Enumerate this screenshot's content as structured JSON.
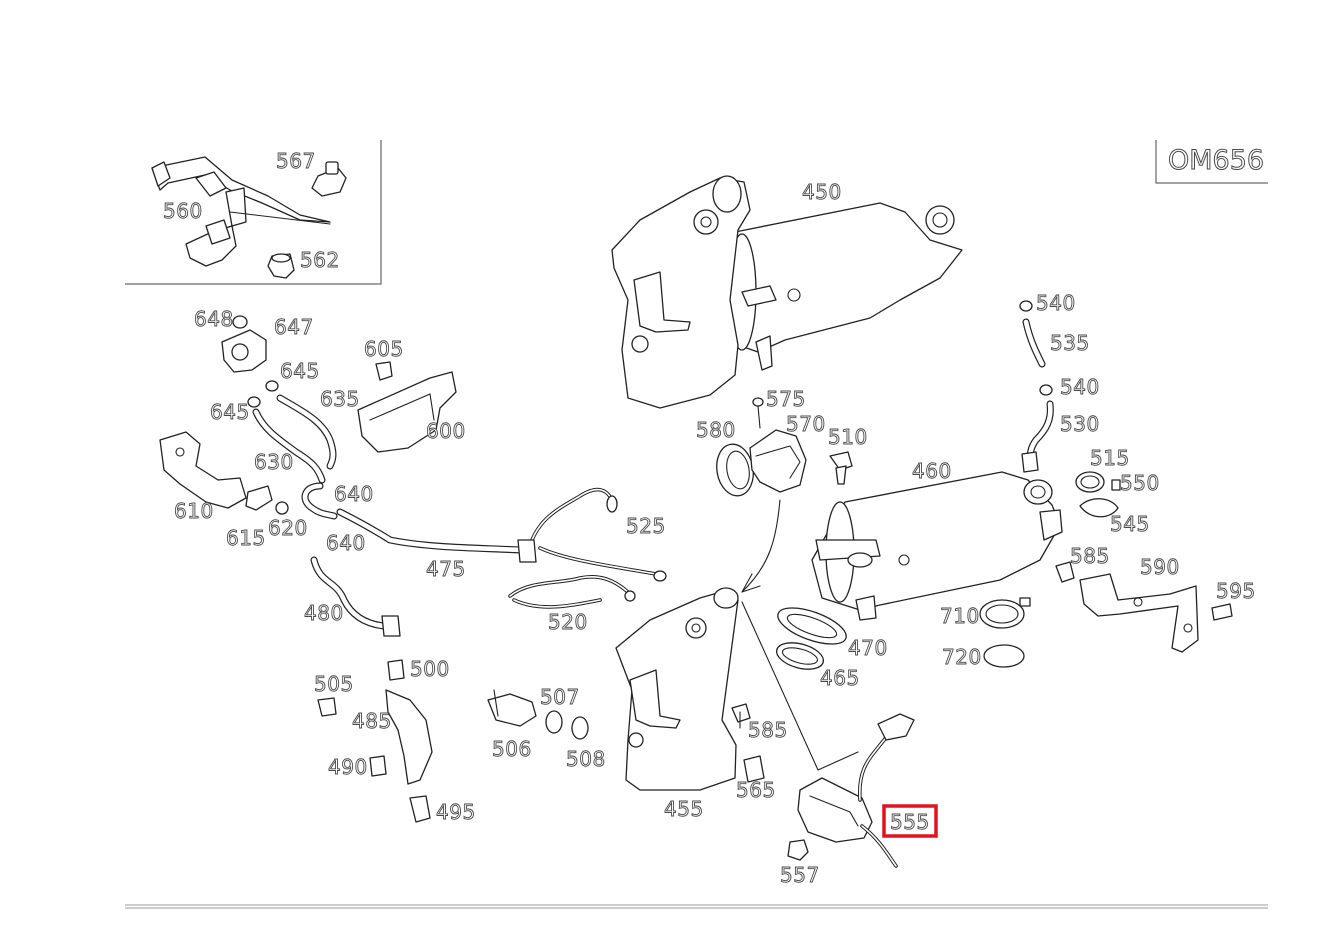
{
  "model": "OM656",
  "highlighted_part": "555",
  "colors": {
    "highlight": "#e0141e",
    "line": "#222222"
  },
  "parts": [
    {
      "id": "450",
      "label": "450"
    },
    {
      "id": "455",
      "label": "455"
    },
    {
      "id": "460",
      "label": "460"
    },
    {
      "id": "465",
      "label": "465"
    },
    {
      "id": "470",
      "label": "470"
    },
    {
      "id": "475",
      "label": "475"
    },
    {
      "id": "480",
      "label": "480"
    },
    {
      "id": "485",
      "label": "485"
    },
    {
      "id": "490",
      "label": "490"
    },
    {
      "id": "495",
      "label": "495"
    },
    {
      "id": "500",
      "label": "500"
    },
    {
      "id": "505",
      "label": "505"
    },
    {
      "id": "506",
      "label": "506"
    },
    {
      "id": "507",
      "label": "507"
    },
    {
      "id": "508",
      "label": "508"
    },
    {
      "id": "510",
      "label": "510"
    },
    {
      "id": "515",
      "label": "515"
    },
    {
      "id": "520",
      "label": "520"
    },
    {
      "id": "525",
      "label": "525"
    },
    {
      "id": "530",
      "label": "530"
    },
    {
      "id": "535",
      "label": "535"
    },
    {
      "id": "540a",
      "label": "540"
    },
    {
      "id": "540b",
      "label": "540"
    },
    {
      "id": "545",
      "label": "545"
    },
    {
      "id": "550",
      "label": "550"
    },
    {
      "id": "555",
      "label": "555"
    },
    {
      "id": "557",
      "label": "557"
    },
    {
      "id": "560",
      "label": "560"
    },
    {
      "id": "562",
      "label": "562"
    },
    {
      "id": "565",
      "label": "565"
    },
    {
      "id": "567",
      "label": "567"
    },
    {
      "id": "570",
      "label": "570"
    },
    {
      "id": "575",
      "label": "575"
    },
    {
      "id": "580",
      "label": "580"
    },
    {
      "id": "585a",
      "label": "585"
    },
    {
      "id": "585b",
      "label": "585"
    },
    {
      "id": "590",
      "label": "590"
    },
    {
      "id": "595",
      "label": "595"
    },
    {
      "id": "600",
      "label": "600"
    },
    {
      "id": "605",
      "label": "605"
    },
    {
      "id": "610",
      "label": "610"
    },
    {
      "id": "615",
      "label": "615"
    },
    {
      "id": "620",
      "label": "620"
    },
    {
      "id": "630",
      "label": "630"
    },
    {
      "id": "635",
      "label": "635"
    },
    {
      "id": "640a",
      "label": "640"
    },
    {
      "id": "640b",
      "label": "640"
    },
    {
      "id": "645a",
      "label": "645"
    },
    {
      "id": "645b",
      "label": "645"
    },
    {
      "id": "647",
      "label": "647"
    },
    {
      "id": "648",
      "label": "648"
    },
    {
      "id": "710",
      "label": "710"
    },
    {
      "id": "720",
      "label": "720"
    }
  ]
}
